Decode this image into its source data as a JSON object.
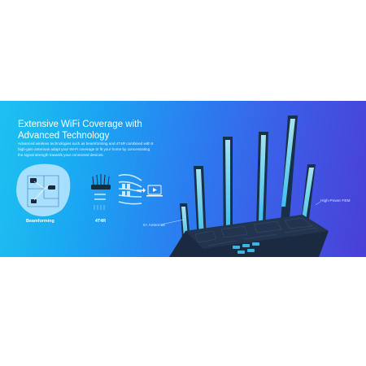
{
  "banner": {
    "title_line1": "Extensive WiFi Coverage with",
    "title_line2": "Advanced Technology",
    "description_line1": "Advanced wireless technologies such as beamforming and 4T4R combined with 6",
    "description_line2": "high-gain antennas adapt your Wi-Fi coverage to fit your home by concentrating",
    "description_line3": "the signal strength towards your connected devices.",
    "features": [
      {
        "label": "Beamforming"
      },
      {
        "label": "4T4R"
      }
    ],
    "callouts": {
      "antennas": "6× Antennas",
      "fem": "High-Power FEM"
    },
    "colors": {
      "gradient_start": "#1dc2f0",
      "gradient_end": "#4a3fd8",
      "router_body": "#1b2a40",
      "antenna_glow": "#9ff0ff"
    }
  }
}
